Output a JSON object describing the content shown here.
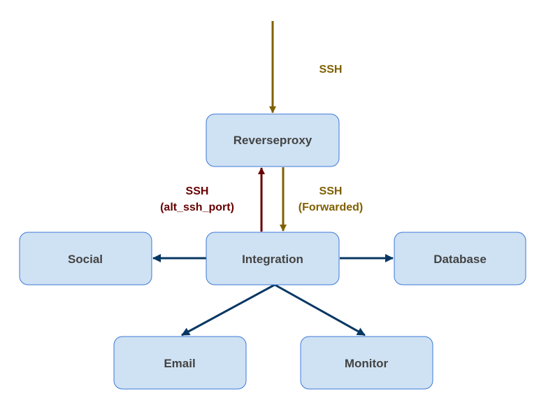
{
  "nodes": {
    "reverseproxy": "Reverseproxy",
    "integration": "Integration",
    "social": "Social",
    "database": "Database",
    "email": "Email",
    "monitor": "Monitor"
  },
  "edges": {
    "incoming_ssh": "SSH",
    "alt_ssh_line1": "SSH",
    "alt_ssh_line2": "(alt_ssh_port)",
    "forwarded_line1": "SSH",
    "forwarded_line2": "(Forwarded)"
  },
  "colors": {
    "node_fill": "#cfe2f3",
    "node_stroke": "#3c78d8",
    "node_text": "#434343",
    "ssh_brown": "#7f6000",
    "alt_ssh_red": "#660000",
    "service_blue": "#073763"
  }
}
